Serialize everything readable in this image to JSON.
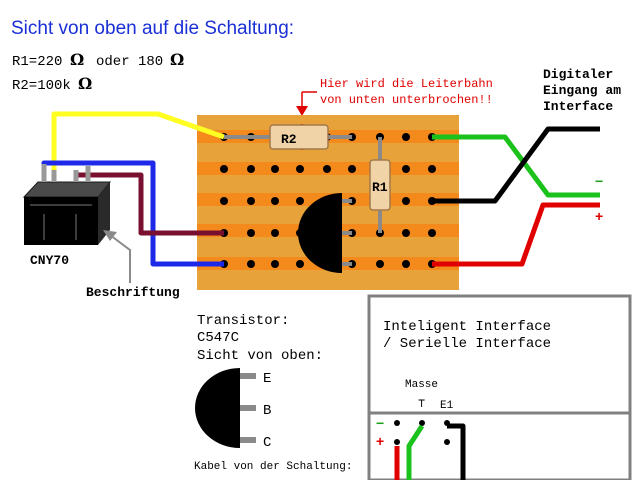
{
  "title": "Sicht von oben auf die Schaltung:",
  "r1_line": {
    "prefix": "R1=220",
    "middle": "oder 180",
    "unit": "Ω"
  },
  "r2_line": {
    "prefix": "R2=100k",
    "unit": "Ω"
  },
  "note": {
    "line1": "Hier wird die Leiterbahn",
    "line2": "von unten unterbrochen!!"
  },
  "board": {
    "r1_label": "R1",
    "r2_label": "R2"
  },
  "sensor": {
    "name": "CNY70",
    "marking_label": "Beschriftung"
  },
  "interface_input": {
    "line1": "Digitaler",
    "line2": "Eingang am",
    "line3": "Interface",
    "minus": "−",
    "plus": "+"
  },
  "transistor": {
    "line1": "Transistor:",
    "line2": "C547C",
    "line3": "Sicht von oben:",
    "pin_e": "E",
    "pin_b": "B",
    "pin_c": "C"
  },
  "interface_box": {
    "line1": "Inteligent Interface",
    "line2": "/ Serielle Interface",
    "masse": "Masse",
    "ground_symbol": "⊤",
    "e1": "E1",
    "minus": "−",
    "plus": "+"
  },
  "cable_label": "Kabel von der Schaltung:",
  "colors": {
    "title": "#1a2fd6",
    "board": "#e8a23a",
    "strip": "#f58a1c",
    "wire_yellow": "#ffff22",
    "wire_blue": "#1e28e8",
    "wire_maroon": "#7a1030",
    "wire_green": "#1cc21c",
    "wire_black": "#000000",
    "wire_red": "#e00000",
    "note": "#e00000",
    "frame": "#808080"
  }
}
